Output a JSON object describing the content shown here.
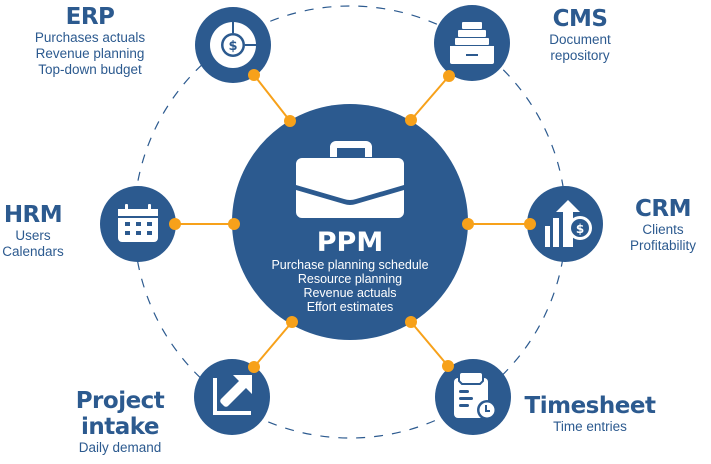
{
  "colors": {
    "primary": "#2c5a8f",
    "accent": "#f7a11a",
    "background": "#ffffff",
    "icon": "#ffffff"
  },
  "center": {
    "title": "PPM",
    "icon": "briefcase-icon",
    "items": [
      "Purchase planning schedule",
      "Resource planning",
      "Revenue actuals",
      "Effort estimates"
    ]
  },
  "nodes": [
    {
      "id": "erp",
      "title": "ERP",
      "icon": "dollar-pie-chart-icon",
      "items": [
        "Purchases actuals",
        "Revenue planning",
        "Top-down budget"
      ]
    },
    {
      "id": "cms",
      "title": "CMS",
      "icon": "file-drawer-icon",
      "items": [
        "Document",
        "repository"
      ]
    },
    {
      "id": "hrm",
      "title": "HRM",
      "icon": "calendar-icon",
      "items": [
        "Users",
        "Calendars"
      ]
    },
    {
      "id": "crm",
      "title": "CRM",
      "icon": "growth-dollar-icon",
      "items": [
        "Clients",
        "Profitability"
      ]
    },
    {
      "id": "project-intake",
      "title_lines": [
        "Project",
        "intake"
      ],
      "icon": "expand-arrow-icon",
      "items": [
        "Daily demand"
      ]
    },
    {
      "id": "timesheet",
      "title": "Timesheet",
      "icon": "clipboard-clock-icon",
      "items": [
        "Time entries"
      ]
    }
  ]
}
